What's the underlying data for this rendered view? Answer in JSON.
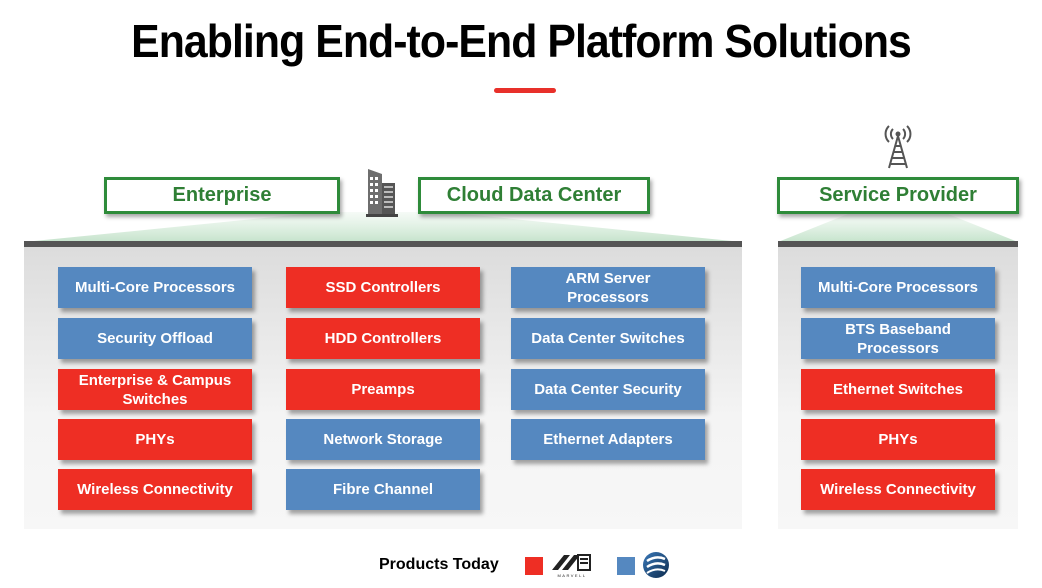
{
  "title": "Enabling End-to-End Platform Solutions",
  "colors": {
    "marvell_red": "#ee2e24",
    "partner_blue": "#5588c0",
    "segment_green": "#2e8b3a"
  },
  "segments": {
    "enterprise": "Enterprise",
    "cloud": "Cloud Data Center",
    "service_provider": "Service Provider"
  },
  "icons": {
    "building": "building-icon",
    "cell_tower": "cell-tower-icon"
  },
  "columns": {
    "enterprise": [
      {
        "label": "Multi-Core Processors",
        "color": "blue"
      },
      {
        "label": "Security Offload",
        "color": "blue"
      },
      {
        "label": "Enterprise & Campus Switches",
        "color": "red"
      },
      {
        "label": "PHYs",
        "color": "red"
      },
      {
        "label": "Wireless Connectivity",
        "color": "red"
      }
    ],
    "storage": [
      {
        "label": "SSD Controllers",
        "color": "red"
      },
      {
        "label": "HDD Controllers",
        "color": "red"
      },
      {
        "label": "Preamps",
        "color": "red"
      },
      {
        "label": "Network Storage",
        "color": "blue"
      },
      {
        "label": "Fibre Channel",
        "color": "blue"
      }
    ],
    "cloud": [
      {
        "label": "ARM Server Processors",
        "color": "blue"
      },
      {
        "label": "Data Center Switches",
        "color": "blue"
      },
      {
        "label": "Data Center Security",
        "color": "blue"
      },
      {
        "label": "Ethernet Adapters",
        "color": "blue"
      }
    ],
    "service_provider": [
      {
        "label": "Multi-Core Processors",
        "color": "blue"
      },
      {
        "label": "BTS Baseband Processors",
        "color": "blue"
      },
      {
        "label": "Ethernet Switches",
        "color": "red"
      },
      {
        "label": "PHYs",
        "color": "red"
      },
      {
        "label": "Wireless Connectivity",
        "color": "red"
      }
    ]
  },
  "legend": {
    "label": "Products Today",
    "items": [
      {
        "color": "red",
        "logo": "marvell-logo",
        "logo_text": "MARVELL"
      },
      {
        "color": "blue",
        "logo": "cavium-logo"
      }
    ]
  }
}
